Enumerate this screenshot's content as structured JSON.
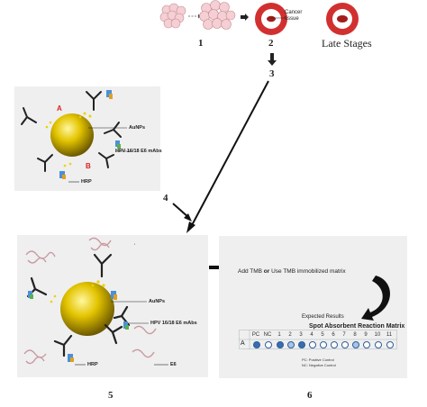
{
  "step_numbers": {
    "s1": "1",
    "s2": "2",
    "s3": "3",
    "s4": "4",
    "s5": "5",
    "s6": "6"
  },
  "top_row": {
    "cancer_label": "Cancer\ntissue",
    "late_stages_label": "Late Stages"
  },
  "panel_a": {
    "label_a": "A",
    "label_b": "B",
    "aunps": "AuNPs",
    "mabs": "HPV 16/18 E6 mAbs",
    "hrp": "HRP"
  },
  "panel_5": {
    "aunps": "AuNPs",
    "mabs": "HPV 16/18 E6 mAbs",
    "hrp": "HRP",
    "e6": "E6",
    "tick": "'"
  },
  "panel_6": {
    "instruction_prefix": "Add TMB ",
    "instruction_or": "or",
    "instruction_suffix": " Use TMB immobilized matrix",
    "expected": "Expected Results",
    "matrix_title": "Spot Absorbent Reaction Matrix",
    "row_label": "A",
    "columns": [
      "PC",
      "NC",
      "1",
      "2",
      "3",
      "4",
      "5",
      "6",
      "7",
      "8",
      "9",
      "10",
      "11"
    ],
    "legend_pc": "PC: Positive Control",
    "legend_nc": "NC: Negative Control"
  },
  "colors": {
    "panel_bg": "#efefef",
    "gold": "#d4b400",
    "red_ring": "#d23030",
    "spot_blue": "#3a6cb0"
  }
}
